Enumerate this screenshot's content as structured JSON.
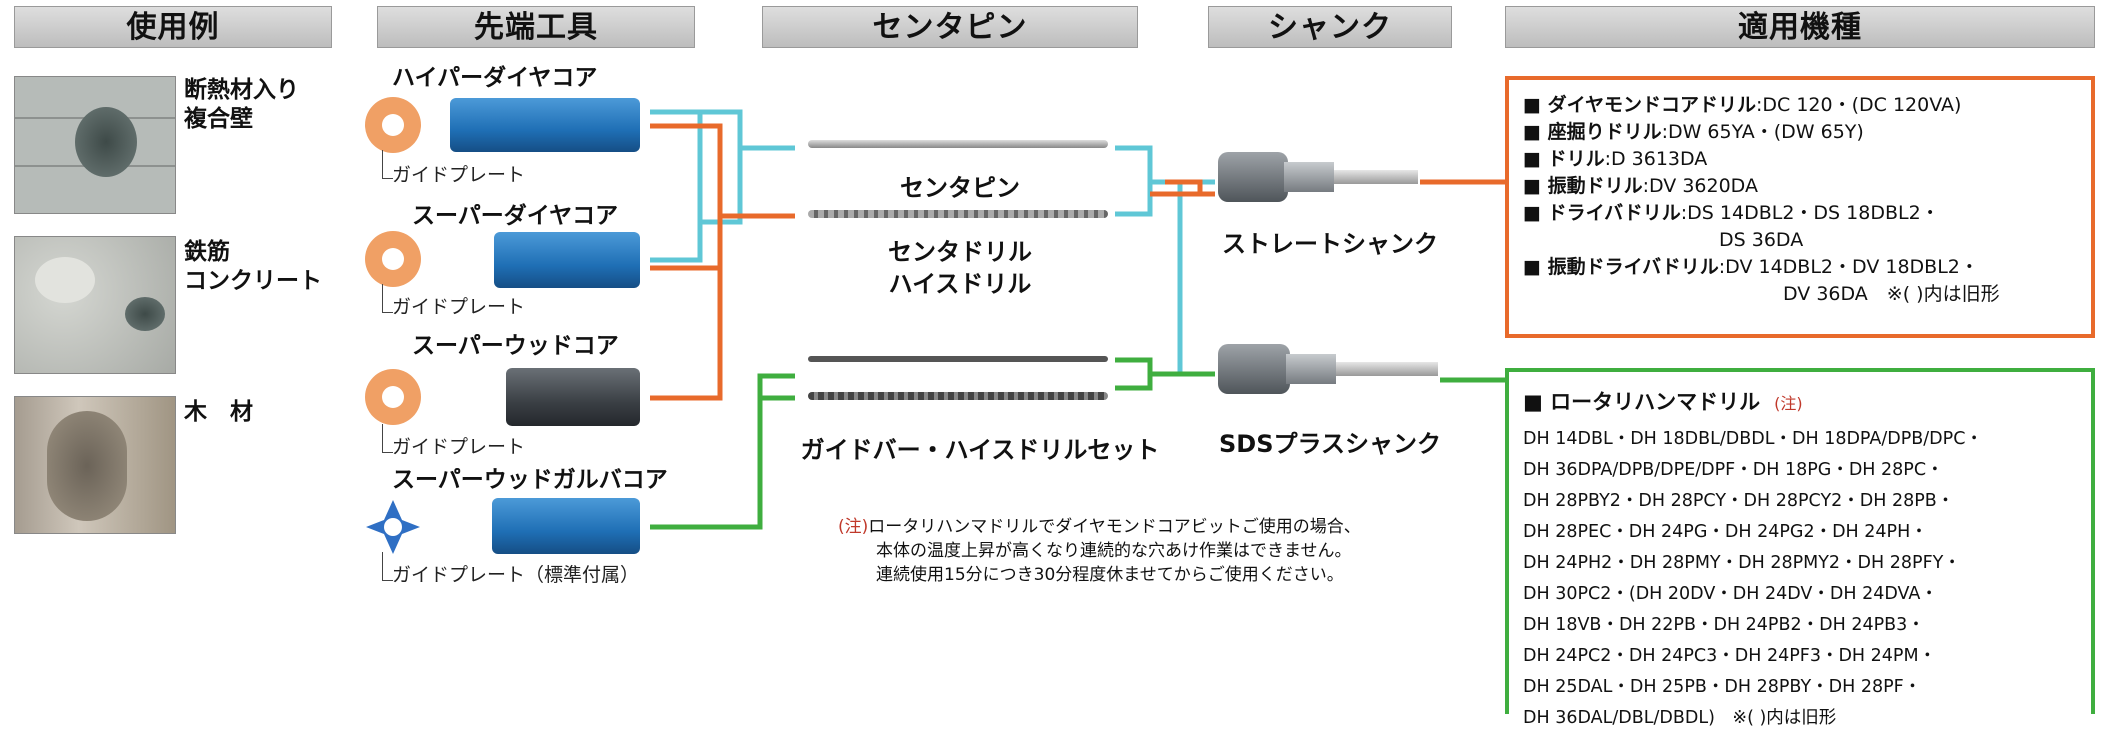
{
  "headers": {
    "usage": "使用例",
    "tip_tool": "先端工具",
    "center_pin": "センタピン",
    "shank": "シャンク",
    "applicable_models": "適用機種"
  },
  "use_cases": [
    {
      "line1": "断熱材入り",
      "line2": "複合壁"
    },
    {
      "line1": "鉄筋",
      "line2": "コンクリート"
    },
    {
      "line1": "木　材",
      "line2": ""
    }
  ],
  "tools": [
    {
      "name": "ハイパーダイヤコア",
      "guide": "ガイドプレート"
    },
    {
      "name": "スーパーダイヤコア",
      "guide": "ガイドプレート"
    },
    {
      "name": "スーパーウッドコア",
      "guide": "ガイドプレート"
    },
    {
      "name": "スーパーウッドガルバコア",
      "guide": "ガイドプレート（標準付属）"
    }
  ],
  "center_pins": {
    "pin": "センタピン",
    "drill_line1": "センタドリル",
    "drill_line2": "ハイスドリル",
    "guide_bar": "ガイドバー・ハイスドリルセット"
  },
  "shanks": {
    "straight": "ストレートシャンク",
    "sds": "SDSプラスシャンク"
  },
  "note": {
    "mark": "(注)",
    "line1": "ロータリハンマドリルでダイヤモンドコアビットご使用の場合、",
    "line2": "本体の温度上昇が高くなり連続的な穴あけ作業はできません。",
    "line3": "連続使用15分につき30分程度休ませてからご使用ください。"
  },
  "orange_models": [
    {
      "title": "■ ダイヤモンドコアドリル",
      "value": ":DC 120・(DC 120VA)"
    },
    {
      "title": "■ 座掘りドリル",
      "value": ":DW 65YA・(DW 65Y)"
    },
    {
      "title": "■ ドリル",
      "value": ":D 3613DA"
    },
    {
      "title": "■ 振動ドリル",
      "value": ":DV 3620DA"
    },
    {
      "title": "■ ドライバドリル",
      "value": ":DS 14DBL2・DS 18DBL2・"
    },
    {
      "title": "",
      "value": "DS 36DA"
    },
    {
      "title": "■ 振動ドライバドリル",
      "value": ":DV 14DBL2・DV 18DBL2・"
    },
    {
      "title": "",
      "value": "DV 36DA　※(  )内は旧形"
    }
  ],
  "green_models": {
    "title": "■ ロータリハンマドリル",
    "title_note": "(注)",
    "lines": [
      "DH 14DBL・DH 18DBL/DBDL・DH 18DPA/DPB/DPC・",
      "DH 36DPA/DPB/DPE/DPF・DH 18PG・DH 28PC・",
      "DH 28PBY2・DH 28PCY・DH 28PCY2・DH 28PB・",
      "DH 28PEC・DH 24PG・DH 24PG2・DH 24PH・",
      "DH 24PH2・DH 28PMY・DH 28PMY2・DH 28PFY・",
      "DH 30PC2・(DH 20DV・DH 24DV・DH 24DVA・",
      "DH 18VB・DH 22PB・DH 24PB2・DH 24PB3・",
      "DH 24PC2・DH 24PC3・DH 24PF3・DH 24PM・",
      "DH 25DAL・DH 25PB・DH 28PBY・DH 28PF・",
      "DH 36DAL/DBL/DBDL)　※(  )内は旧形"
    ]
  },
  "colors": {
    "orange": "#e86a2b",
    "cyan": "#5fc7d6",
    "green": "#3fae3f",
    "red_note": "#c0392b",
    "core_blue": "#1f6fb5",
    "core_dark": "#3a3f44"
  }
}
